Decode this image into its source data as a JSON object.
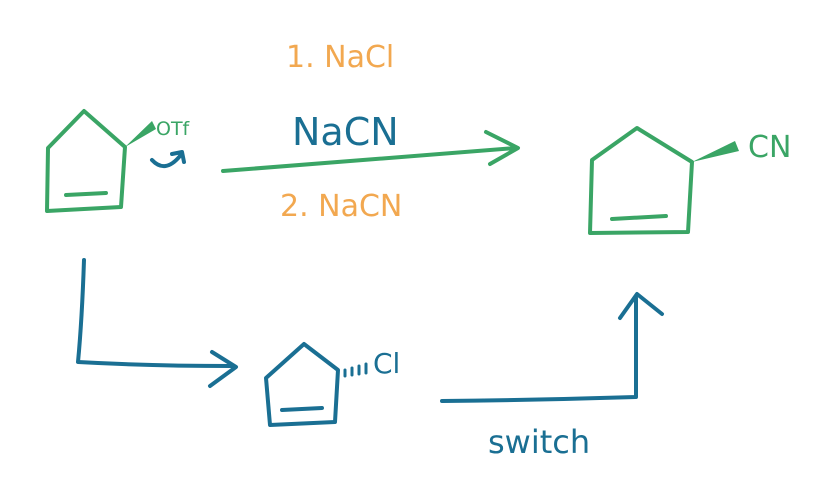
{
  "colors": {
    "green": "#3aa565",
    "teal": "#1a6f93",
    "orange": "#f2a850",
    "background": "#ffffff"
  },
  "reagents": {
    "step1": "1. NaCl",
    "direct": "NaCN",
    "step2": "2. NaCN"
  },
  "starting_material": {
    "leaving_group": "OTf"
  },
  "product": {
    "substituent": "CN"
  },
  "intermediate": {
    "substituent": "Cl"
  },
  "bottom_path_label": "switch",
  "icons": {
    "rotation_arrow": "curved-arrow-icon",
    "arrowheads": "arrowhead-icon"
  }
}
